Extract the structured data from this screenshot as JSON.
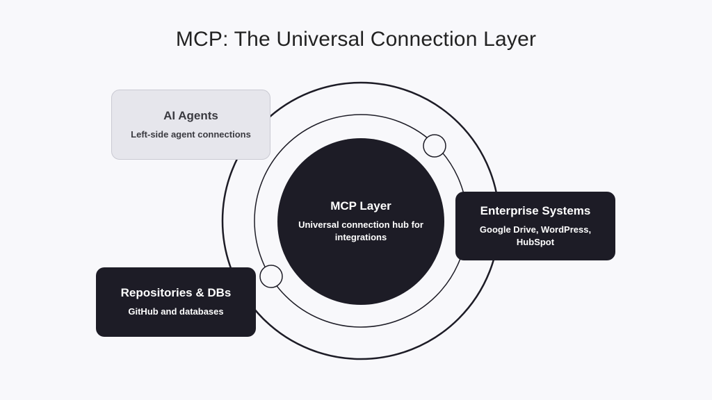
{
  "title": "MCP: The Universal Connection Layer",
  "core": {
    "title": "MCP Layer",
    "subtitle": "Universal connection hub for integrations"
  },
  "cards": {
    "agents": {
      "title": "AI Agents",
      "subtitle": "Left-side agent connections"
    },
    "enterprise": {
      "title": "Enterprise Systems",
      "subtitle": "Google Drive, WordPress, HubSpot"
    },
    "repos": {
      "title": "Repositories & DBs",
      "subtitle": "GitHub and databases"
    }
  },
  "colors": {
    "background": "#f8f8fb",
    "dark": "#1d1c26",
    "light_card": "#e6e6ec",
    "text_dark": "#222222"
  }
}
